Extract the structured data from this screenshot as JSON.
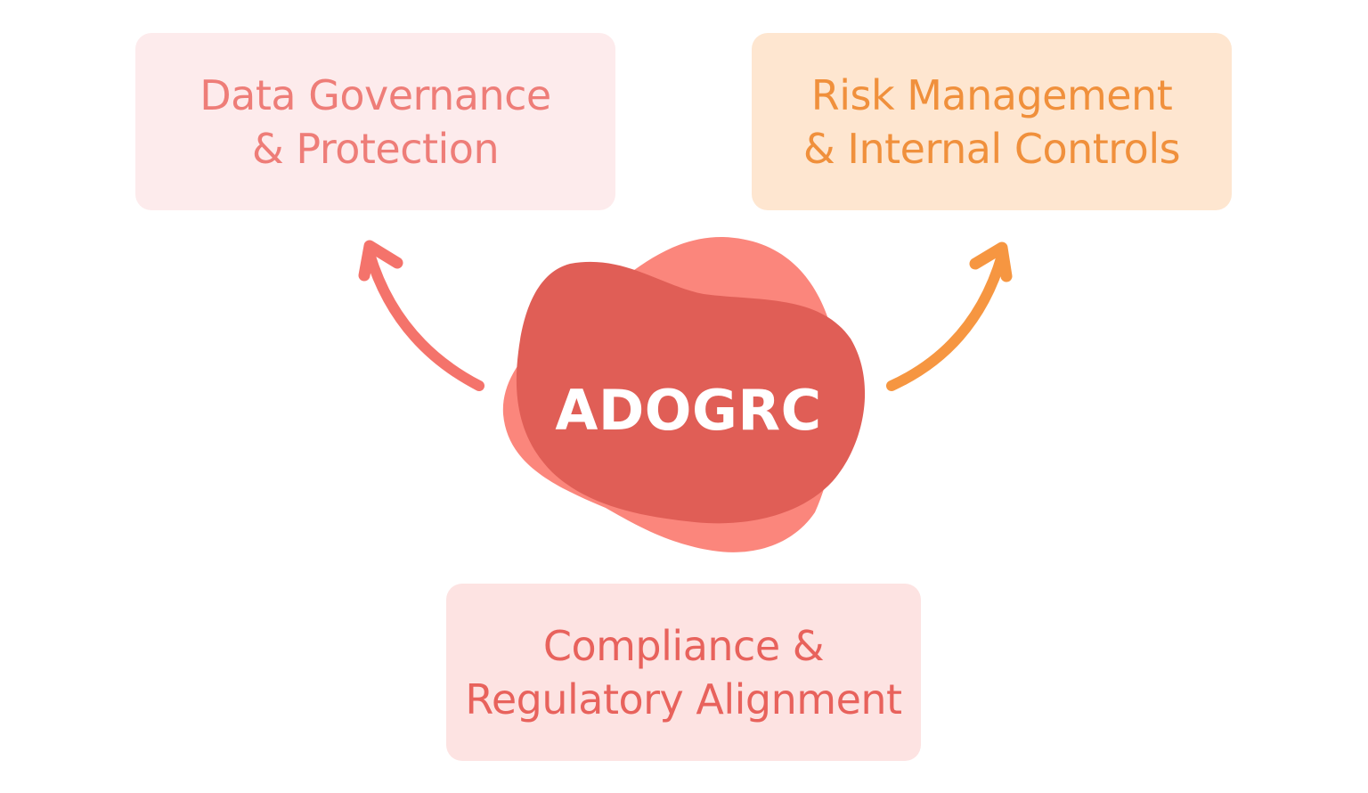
{
  "center": {
    "label": "ADOGRC"
  },
  "cards": {
    "data_governance": {
      "line1": "Data Governance",
      "line2": "& Protection"
    },
    "risk_management": {
      "line1": "Risk Management",
      "line2": "& Internal Controls"
    },
    "compliance": {
      "line1": "Compliance &",
      "line2": "Regulatory Alignment"
    }
  },
  "colors": {
    "blob_back": "#fb867c",
    "blob_front": "#e05e56",
    "arrow_left": "#f4736b",
    "arrow_right": "#f69641",
    "data_card_bg": "#fdebec",
    "data_card_text": "#ee7d78",
    "risk_card_bg": "#fee6d0",
    "risk_card_text": "#f0903c",
    "compliance_card_bg": "#fde3e2",
    "compliance_card_text": "#e8625c"
  }
}
